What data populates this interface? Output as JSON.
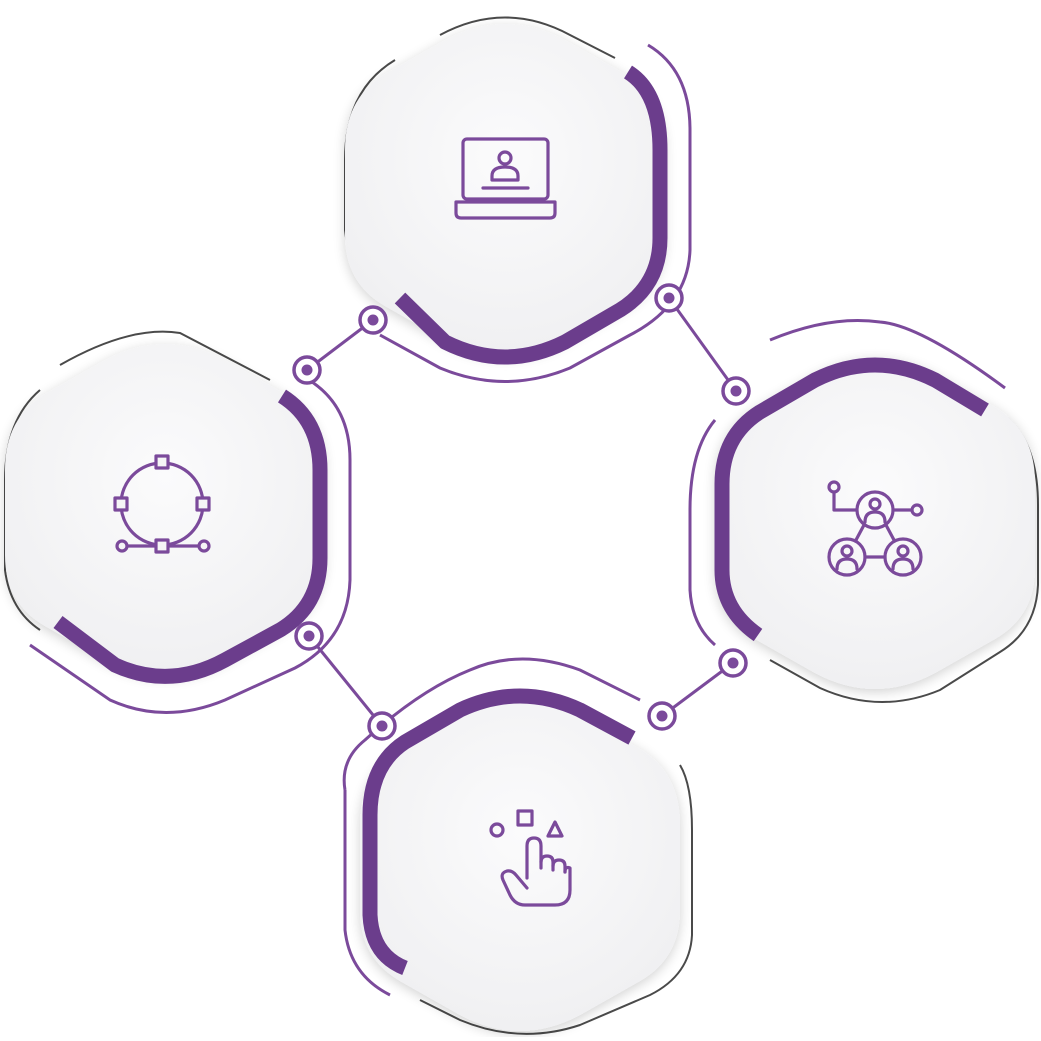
{
  "colors": {
    "accent": "#7b4a9b",
    "accent_dark": "#6b3d8c",
    "outline": "#4a4a4a",
    "hex_fill": "#f3f3f4",
    "hex_fill_light": "#f9f9fa",
    "background": "#ffffff"
  },
  "nodes": [
    {
      "id": "top",
      "icon": "laptop-user-icon"
    },
    {
      "id": "left",
      "icon": "vector-circle-icon"
    },
    {
      "id": "right",
      "icon": "network-users-icon"
    },
    {
      "id": "bottom",
      "icon": "hand-select-shapes-icon"
    }
  ]
}
